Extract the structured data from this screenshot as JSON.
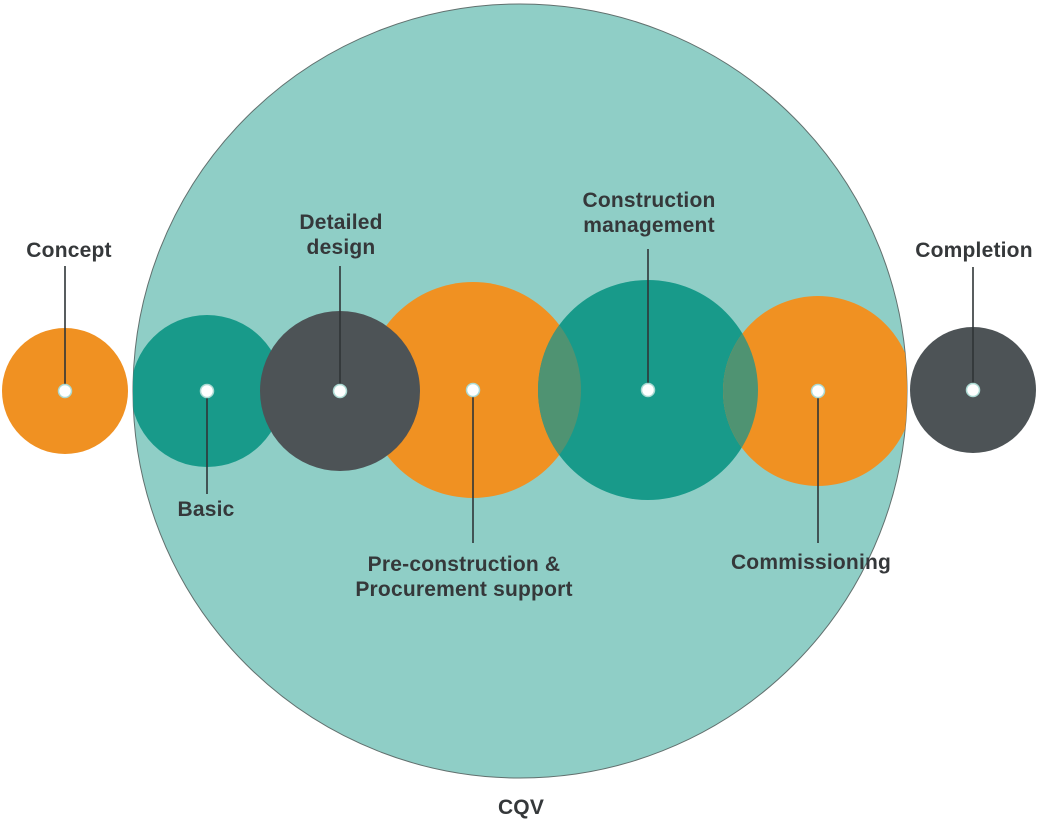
{
  "diagram": {
    "title": "CQV",
    "phases": [
      {
        "id": "concept",
        "label": "Concept"
      },
      {
        "id": "basic",
        "label": "Basic"
      },
      {
        "id": "detailed-design",
        "label": "Detailed\ndesign"
      },
      {
        "id": "pre-construction",
        "label": "Pre-construction &\nProcurement support"
      },
      {
        "id": "construction-management",
        "label": "Construction\nmanagement"
      },
      {
        "id": "commissioning",
        "label": "Commissioning"
      },
      {
        "id": "completion",
        "label": "Completion"
      }
    ],
    "colors": {
      "envelope_fill": "#8FCEC6",
      "envelope_stroke": "#61706E",
      "teal": "#189A8A",
      "orange": "#F09122",
      "dark_gray": "#4D5356",
      "overlap_green": "#4F9372",
      "dot_fill": "#FFFFFF",
      "dot_ring": "#ABD9D2",
      "leader_line": "#2F3537",
      "text": "#35383A"
    }
  }
}
